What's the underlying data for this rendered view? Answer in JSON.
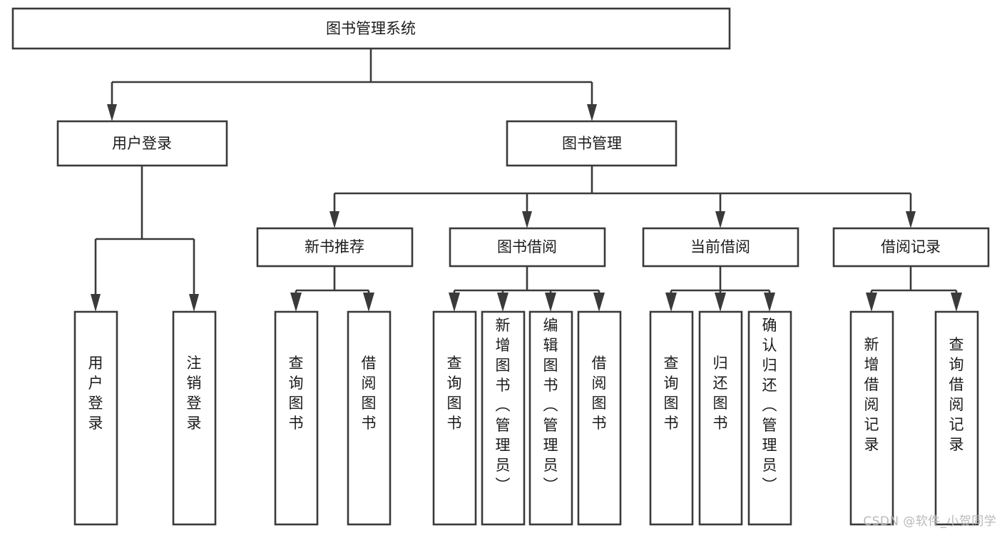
{
  "diagram": {
    "type": "tree",
    "title": "图书管理系统",
    "root": {
      "id": "root",
      "label": "图书管理系统"
    },
    "level2": [
      {
        "id": "user-login",
        "label": "用户登录"
      },
      {
        "id": "book-manage",
        "label": "图书管理"
      }
    ],
    "level3": [
      {
        "id": "new-book-rec",
        "label": "新书推荐",
        "parent": "book-manage"
      },
      {
        "id": "book-borrow",
        "label": "图书借阅",
        "parent": "book-manage"
      },
      {
        "id": "current-borrow",
        "label": "当前借阅",
        "parent": "book-manage"
      },
      {
        "id": "borrow-record",
        "label": "借阅记录",
        "parent": "book-manage"
      }
    ],
    "leaves": [
      {
        "id": "leaf-user-login",
        "label": "用户登录",
        "parent": "user-login"
      },
      {
        "id": "leaf-user-logout",
        "label": "注销登录",
        "parent": "user-login"
      },
      {
        "id": "leaf-query-book-1",
        "label": "查询图书",
        "parent": "new-book-rec"
      },
      {
        "id": "leaf-borrow-book-1",
        "label": "借阅图书",
        "parent": "new-book-rec"
      },
      {
        "id": "leaf-query-book-2",
        "label": "查询图书",
        "parent": "book-borrow"
      },
      {
        "id": "leaf-add-book",
        "label": "新增图书（管理员）",
        "parent": "book-borrow"
      },
      {
        "id": "leaf-edit-book",
        "label": "编辑图书（管理员）",
        "parent": "book-borrow"
      },
      {
        "id": "leaf-borrow-book-2",
        "label": "借阅图书",
        "parent": "book-borrow"
      },
      {
        "id": "leaf-query-book-3",
        "label": "查询图书",
        "parent": "current-borrow"
      },
      {
        "id": "leaf-return-book",
        "label": "归还图书",
        "parent": "current-borrow"
      },
      {
        "id": "leaf-confirm-return",
        "label": "确认归还（管理员）",
        "parent": "current-borrow"
      },
      {
        "id": "leaf-add-record",
        "label": "新增借阅记录",
        "parent": "borrow-record"
      },
      {
        "id": "leaf-query-record",
        "label": "查询借阅记录",
        "parent": "borrow-record"
      }
    ]
  },
  "watermark": {
    "text": "CSDN @软件_小贺同学"
  },
  "colors": {
    "stroke": "#3a3a3a",
    "box_fill": "#ffffff",
    "text": "#1b1b1b",
    "background": "#ffffff",
    "watermark": "#b9b9b9"
  }
}
